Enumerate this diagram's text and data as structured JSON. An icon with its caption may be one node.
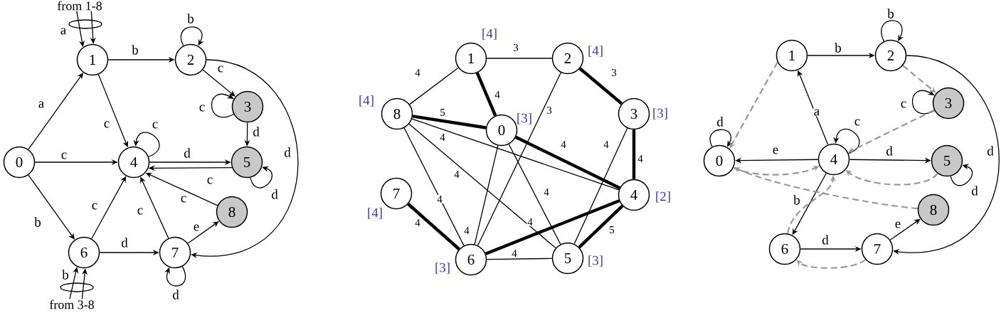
{
  "diagram": {
    "nodes": [
      {
        "text": [
          "0"
        ]
      },
      {
        "text": [
          "1"
        ]
      },
      {
        "text": [
          "2"
        ]
      },
      {
        "text": [
          "3"
        ]
      },
      {
        "text": [
          "4"
        ]
      },
      {
        "text": [
          "5"
        ]
      },
      {
        "text": [
          "6"
        ]
      },
      {
        "text": [
          "7"
        ]
      },
      {
        "text": [
          "8"
        ]
      },
      {
        "text": [
          "from 1-8"
        ]
      },
      {
        "text": [
          "from 3-8"
        ]
      },
      {
        "text": [
          "0"
        ],
        "beside": [
          "[3]"
        ]
      },
      {
        "text": [
          "1"
        ],
        "beside": [
          "[4]"
        ]
      },
      {
        "text": [
          "2"
        ],
        "beside": [
          "[4]"
        ]
      },
      {
        "text": [
          "3"
        ],
        "beside": [
          "[3]"
        ]
      },
      {
        "text": [
          "4"
        ],
        "beside": [
          "[2]"
        ]
      },
      {
        "text": [
          "5"
        ],
        "beside": [
          "[3]"
        ]
      },
      {
        "text": [
          "6"
        ],
        "beside": [
          "[3]"
        ]
      },
      {
        "text": [
          "7"
        ],
        "beside": [
          "[4]"
        ]
      },
      {
        "text": [
          "8"
        ],
        "beside": [
          "[4]"
        ]
      },
      {
        "text": [
          "0"
        ]
      },
      {
        "text": [
          "1"
        ]
      },
      {
        "text": [
          "2"
        ]
      },
      {
        "text": [
          "3"
        ]
      },
      {
        "text": [
          "4"
        ]
      },
      {
        "text": [
          "5"
        ]
      },
      {
        "text": [
          "6"
        ]
      },
      {
        "text": [
          "7"
        ]
      },
      {
        "text": [
          "8"
        ]
      }
    ],
    "edges": [
      {
        "from": 0,
        "to": 1,
        "arrow": "to",
        "label": "a"
      },
      {
        "from": 0,
        "to": 4,
        "arrow": "to",
        "label": "c"
      },
      {
        "from": 0,
        "to": 6,
        "arrow": "to",
        "label": "b"
      },
      {
        "from": 1,
        "to": 2,
        "arrow": "to",
        "label": "b"
      },
      {
        "from": 1,
        "to": 4,
        "arrow": "to",
        "label": "c"
      },
      {
        "from": 2,
        "to": 2,
        "arrow": "to",
        "label": "b"
      },
      {
        "from": 2,
        "to": 3,
        "arrow": "to",
        "label": "c"
      },
      {
        "from": 2,
        "to": 7,
        "arrow": "to",
        "label": "d"
      },
      {
        "from": 3,
        "to": 3,
        "arrow": "to",
        "label": "c"
      },
      {
        "from": 3,
        "to": 5,
        "arrow": "to",
        "label": "d"
      },
      {
        "from": 4,
        "to": 4,
        "arrow": "to",
        "label": "c"
      },
      {
        "from": 4,
        "to": 5,
        "arrow": "to",
        "label": "d"
      },
      {
        "from": 5,
        "to": 4,
        "arrow": "to",
        "label": "c"
      },
      {
        "from": 5,
        "to": 5,
        "arrow": "to",
        "label": "d"
      },
      {
        "from": 6,
        "to": 4,
        "arrow": "to",
        "label": "c"
      },
      {
        "from": 6,
        "to": 7,
        "arrow": "to",
        "label": "d"
      },
      {
        "from": 7,
        "to": 4,
        "arrow": "to",
        "label": "c"
      },
      {
        "from": 7,
        "to": 7,
        "arrow": "to",
        "label": "d"
      },
      {
        "from": 7,
        "to": 8,
        "arrow": "to",
        "label": "e"
      },
      {
        "from": 8,
        "to": 4,
        "arrow": "to",
        "label": "c"
      },
      {
        "from": 9,
        "to": 1,
        "arrow": "to",
        "label": "a"
      },
      {
        "from": 9,
        "to": 1,
        "arrow": "to"
      },
      {
        "from": 10,
        "to": 6,
        "arrow": "to",
        "label": "b"
      },
      {
        "from": 10,
        "to": 6,
        "arrow": "to"
      },
      {
        "from": 12,
        "to": 13,
        "arrow": "none",
        "label": "3"
      },
      {
        "from": 12,
        "to": 19,
        "arrow": "none",
        "label": "4"
      },
      {
        "from": 12,
        "to": 11,
        "arrow": "none",
        "label": "4",
        "style": "thick"
      },
      {
        "from": 13,
        "to": 14,
        "arrow": "none",
        "label": "3",
        "style": "thick"
      },
      {
        "from": 13,
        "to": 17,
        "arrow": "none",
        "label": "3"
      },
      {
        "from": 19,
        "to": 11,
        "arrow": "none",
        "label": "5",
        "style": "thick"
      },
      {
        "from": 19,
        "to": 15,
        "arrow": "none",
        "label": "4"
      },
      {
        "from": 11,
        "to": 15,
        "arrow": "none",
        "label": "4",
        "style": "thick"
      },
      {
        "from": 14,
        "to": 16,
        "arrow": "none",
        "label": "4"
      },
      {
        "from": 14,
        "to": 15,
        "arrow": "none",
        "label": "4",
        "style": "thick"
      },
      {
        "from": 19,
        "to": 17,
        "arrow": "none",
        "label": "4"
      },
      {
        "from": 19,
        "to": 16,
        "arrow": "none",
        "label": "4"
      },
      {
        "from": 11,
        "to": 17,
        "arrow": "none",
        "label": "4"
      },
      {
        "from": 11,
        "to": 16,
        "arrow": "none",
        "label": "4"
      },
      {
        "from": 17,
        "to": 15,
        "arrow": "none",
        "label": "4",
        "style": "thick"
      },
      {
        "from": 15,
        "to": 16,
        "arrow": "none",
        "label": "5",
        "style": "thick"
      },
      {
        "from": 17,
        "to": 16,
        "arrow": "none",
        "label": "4"
      },
      {
        "from": 18,
        "to": 17,
        "arrow": "none",
        "label": "4",
        "style": "thick"
      },
      {
        "from": 21,
        "to": 22,
        "arrow": "to",
        "label": "b"
      },
      {
        "from": 22,
        "to": 22,
        "arrow": "to",
        "label": "b"
      },
      {
        "from": 22,
        "to": 27,
        "arrow": "to",
        "label": "d"
      },
      {
        "from": 23,
        "to": 23,
        "arrow": "to",
        "label": "c"
      },
      {
        "from": 24,
        "to": 21,
        "arrow": "to",
        "label": "a"
      },
      {
        "from": 24,
        "to": 24,
        "arrow": "to",
        "label": "c"
      },
      {
        "from": 24,
        "to": 20,
        "arrow": "to",
        "label": "e"
      },
      {
        "from": 24,
        "to": 25,
        "arrow": "to",
        "label": "d"
      },
      {
        "from": 25,
        "to": 25,
        "arrow": "to",
        "label": "d"
      },
      {
        "from": 24,
        "to": 26,
        "arrow": "to",
        "label": "b"
      },
      {
        "from": 26,
        "to": 27,
        "arrow": "to",
        "label": "d"
      },
      {
        "from": 27,
        "to": 28,
        "arrow": "to",
        "label": "e"
      },
      {
        "from": 20,
        "to": 20,
        "arrow": "to",
        "label": "d"
      },
      {
        "from": 21,
        "to": 20,
        "arrow": "to",
        "style": "dashed",
        "color": "#999999"
      },
      {
        "from": 22,
        "to": 23,
        "arrow": "to",
        "style": "dashed",
        "color": "#999999"
      },
      {
        "from": 23,
        "to": 24,
        "arrow": "to",
        "style": "dashed",
        "color": "#999999"
      },
      {
        "from": 25,
        "to": 24,
        "arrow": "to",
        "style": "dashed",
        "color": "#999999"
      },
      {
        "from": 20,
        "to": 24,
        "arrow": "to",
        "style": "dashed",
        "color": "#999999"
      },
      {
        "from": 28,
        "to": 20,
        "arrow": "to",
        "style": "dashed",
        "color": "#999999"
      },
      {
        "from": 26,
        "to": 24,
        "arrow": "to",
        "style": "dashed",
        "color": "#999999"
      },
      {
        "from": 27,
        "to": 26,
        "arrow": "to",
        "style": "dashed",
        "color": "#999999"
      }
    ]
  }
}
